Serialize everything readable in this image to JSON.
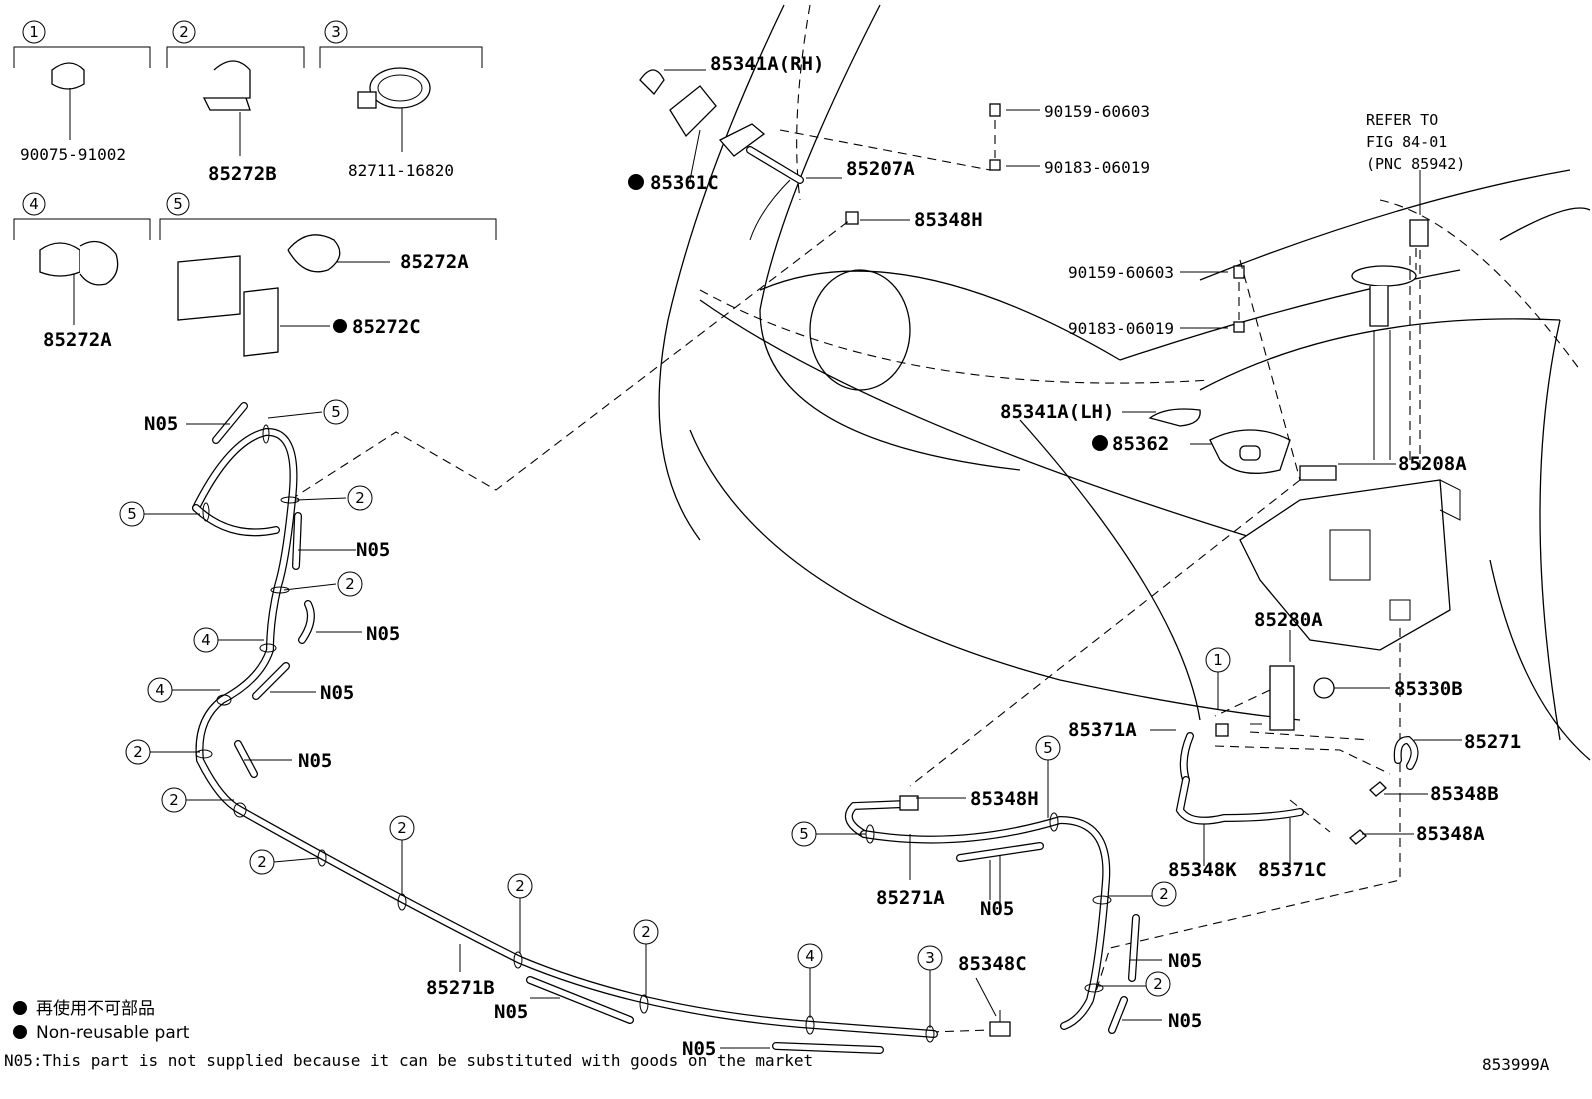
{
  "diagram_id": "853999A",
  "legend": {
    "jp": "再使用不可部品",
    "en": "Non-reusable part"
  },
  "footnote": "N05:This part is not supplied because it can be substituted with goods on the market",
  "refer": {
    "line1": "REFER TO",
    "line2": "FIG 84-01",
    "line3": "(PNC 85942)"
  },
  "clip_boxes": [
    {
      "num": "1",
      "part": "90075-91002"
    },
    {
      "num": "2",
      "part": "85272B"
    },
    {
      "num": "3",
      "part": "82711-16820"
    },
    {
      "num": "4",
      "part": "85272A"
    },
    {
      "num": "5",
      "part_a": "85272A",
      "part_b": "85272C"
    }
  ],
  "labels": {
    "p85341a_rh": "85341A(RH)",
    "p90159_a": "90159-60603",
    "p90183_a": "90183-06019",
    "p85361c": "85361C",
    "p85207a": "85207A",
    "p85348h_top": "85348H",
    "p90159_b": "90159-60603",
    "p90183_b": "90183-06019",
    "p85341a_lh": "85341A(LH)",
    "p85362": "85362",
    "p85208a": "85208A",
    "p85280a": "85280A",
    "p85330b": "85330B",
    "p85371a": "85371A",
    "p85271": "85271",
    "p85348h_mid": "85348H",
    "p85348b": "85348B",
    "p85348a": "85348A",
    "p85348k": "85348K",
    "p85371c": "85371C",
    "p85271a": "85271A",
    "p85271b": "85271B",
    "p85348c": "85348C",
    "n05": "N05"
  },
  "clip_callouts": [
    "1",
    "2",
    "3",
    "4",
    "5"
  ]
}
